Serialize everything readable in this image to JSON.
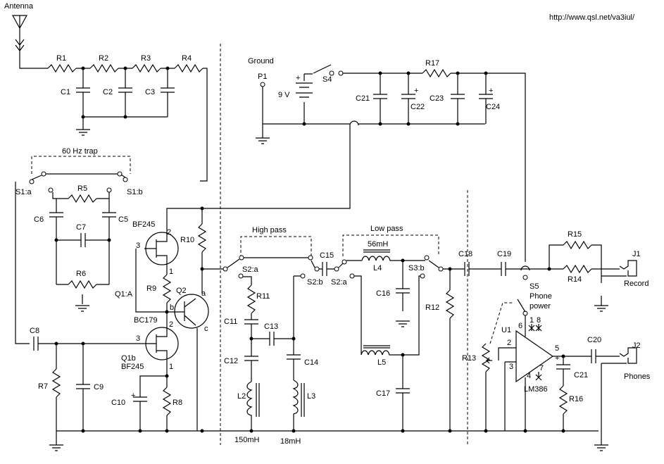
{
  "url": "http://www.qsl.net/va3iul/",
  "labels": {
    "antenna": "Antenna",
    "ground": "Ground",
    "p1": "P1",
    "battery": "9 V",
    "s4": "S4",
    "trap": "60 Hz trap",
    "high_pass": "High pass",
    "low_pass": "Low pass",
    "l4_value": "56mH",
    "phone_power": "Phone\npower",
    "record": "Record",
    "phones": "Phones",
    "lm386": "LM386",
    "u1": "U1",
    "bf245_top": "BF245",
    "bf245_bottom": "BF245",
    "bc179": "BC179",
    "q1a": "Q1:A",
    "q1b": "Q1b",
    "q2": "Q2",
    "l2_value": "150mH",
    "l3_value": "18mH"
  },
  "refs": [
    "R1",
    "R2",
    "R3",
    "R4",
    "C1",
    "C2",
    "C3",
    "R5",
    "R6",
    "R7",
    "R8",
    "R9",
    "R10",
    "R11",
    "R12",
    "R13",
    "R14",
    "R15",
    "R16",
    "R17",
    "C5",
    "C6",
    "C7",
    "C8",
    "C9",
    "C10",
    "C11",
    "C12",
    "C13",
    "C14",
    "C15",
    "C16",
    "C17",
    "C18",
    "C19",
    "C20",
    "C21",
    "C22",
    "C23",
    "C24",
    "L2",
    "L3",
    "L4",
    "L5",
    "S1:a",
    "S1:b",
    "S2:a",
    "S2:b",
    "S3:b",
    "S5",
    "J1",
    "J2"
  ]
}
